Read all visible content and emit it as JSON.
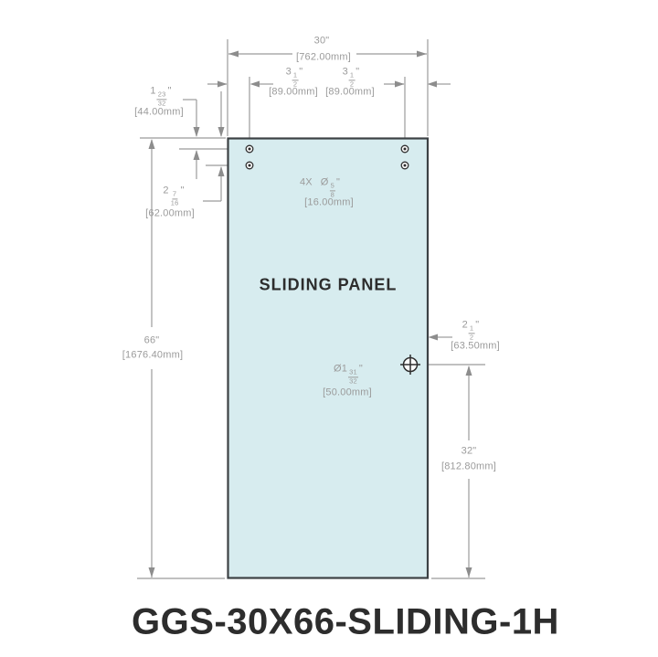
{
  "drawing_title": "GGS-30X66-SLIDING-1H",
  "panel": {
    "label": "SLIDING PANEL"
  },
  "dims": {
    "width": {
      "in": "30\"",
      "mm": "[762.00mm]"
    },
    "height": {
      "in": "66\"",
      "mm": "[1676.40mm]"
    },
    "offsetL": {
      "whole": "3",
      "num": "1",
      "den": "2",
      "unit": "\"",
      "mm": "[89.00mm]"
    },
    "offsetR": {
      "whole": "3",
      "num": "1",
      "den": "2",
      "unit": "\"",
      "mm": "[89.00mm]"
    },
    "row1": {
      "whole": "1",
      "num": "23",
      "den": "32",
      "unit": "\"",
      "mm": "[44.00mm]"
    },
    "row2": {
      "whole": "2",
      "num": "7",
      "den": "16",
      "unit": "\"",
      "mm": "[62.00mm]"
    },
    "smallHole": {
      "qty": "4X",
      "prefix": "Ø",
      "num": "5",
      "den": "8",
      "unit": "\"",
      "mm": "[16.00mm]"
    },
    "largeHole": {
      "prefix": "Ø",
      "whole": "1",
      "num": "31",
      "den": "32",
      "unit": "\"",
      "mm": "[50.00mm]"
    },
    "holeEdge": {
      "whole": "2",
      "num": "1",
      "den": "2",
      "unit": "\"",
      "mm": "[63.50mm]"
    },
    "holeHeight": {
      "in": "32\"",
      "mm": "[812.80mm]"
    }
  },
  "colors": {
    "panel_fill": "#d7ecef",
    "panel_border": "#3c4144",
    "dimension_gray": "#9b9b9b",
    "ink": "#2d2d2d"
  }
}
